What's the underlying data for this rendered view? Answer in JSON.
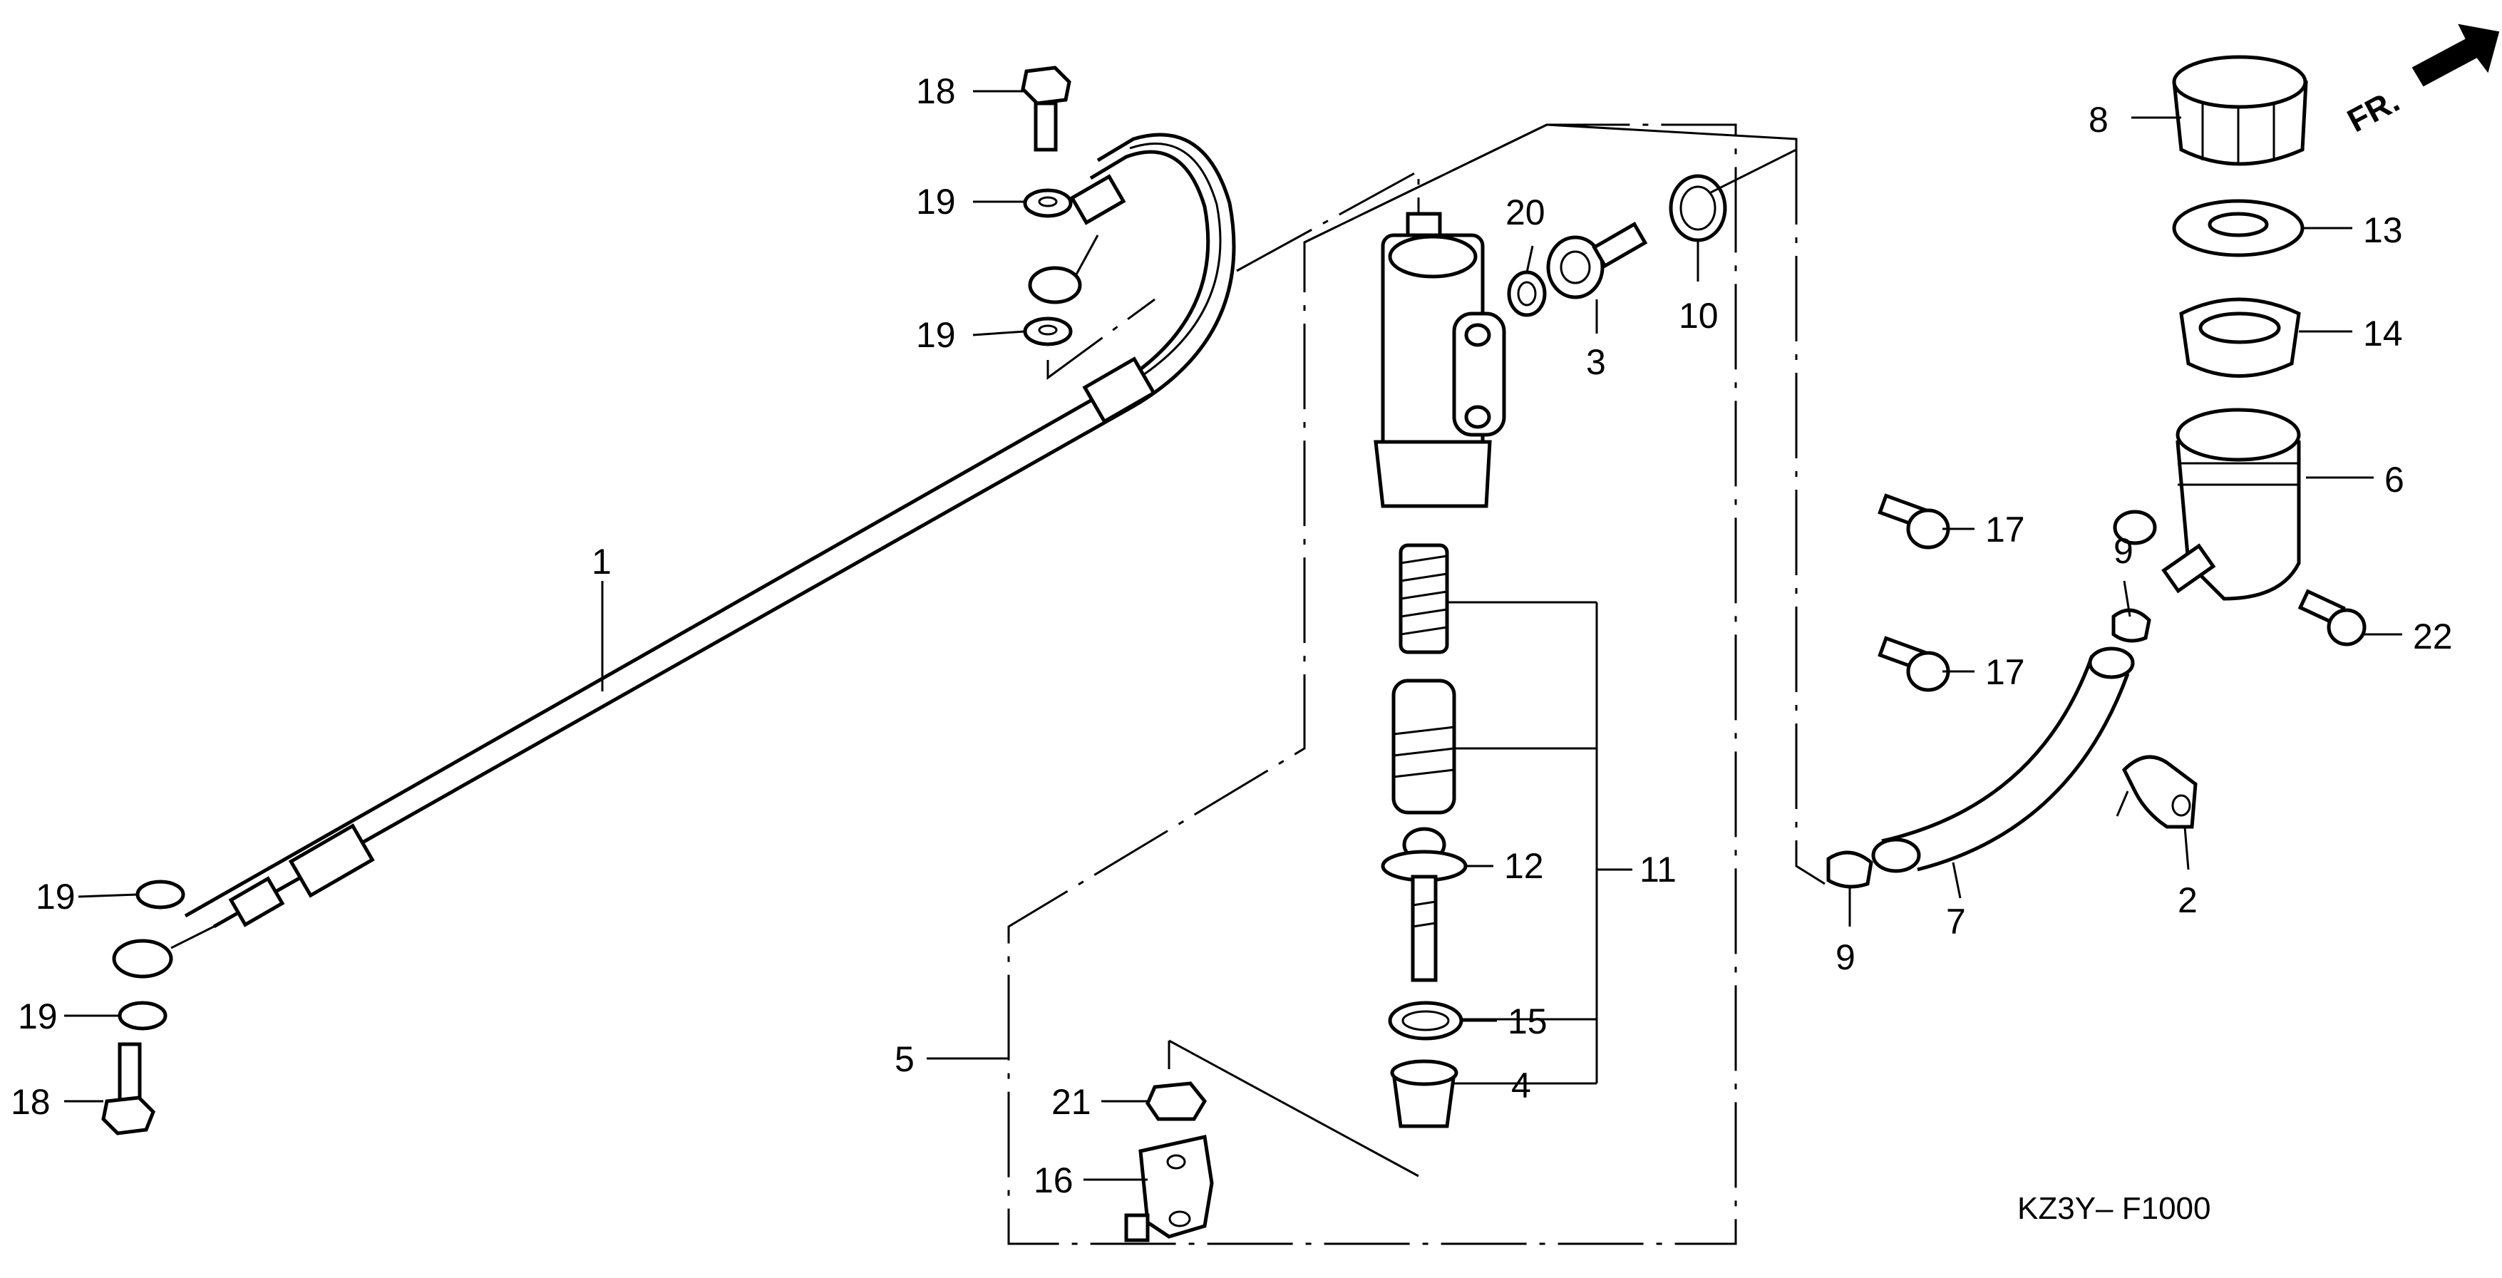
{
  "callouts": {
    "c1": "1",
    "c2": "2",
    "c3": "3",
    "c4": "4",
    "c5": "5",
    "c6": "6",
    "c7": "7",
    "c8": "8",
    "c9a": "9",
    "c9b": "9",
    "c10": "10",
    "c11": "11",
    "c12": "12",
    "c13": "13",
    "c14": "14",
    "c15": "15",
    "c16": "16",
    "c17a": "17",
    "c17b": "17",
    "c18a": "18",
    "c18b": "18",
    "c19a": "19",
    "c19b": "19",
    "c19c": "19",
    "c19d": "19",
    "c20": "20",
    "c21": "21",
    "c22": "22"
  },
  "front_indicator": "FR.",
  "diagram_code": "KZ3Y– F1000"
}
